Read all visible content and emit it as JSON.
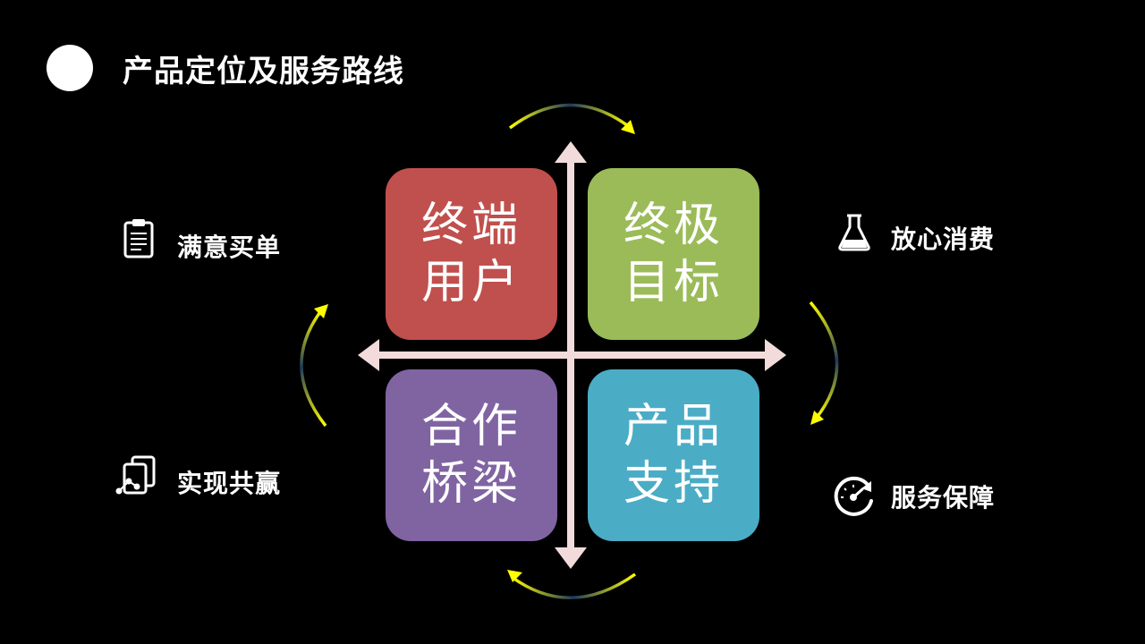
{
  "title": "产品定位及服务路线",
  "quadrants": {
    "top_left": {
      "line1": "终端",
      "line2": "用户",
      "color": "#c0504d"
    },
    "top_right": {
      "line1": "终极",
      "line2": "目标",
      "color": "#9bbb59"
    },
    "bottom_left": {
      "line1": "合作",
      "line2": "桥梁",
      "color": "#8064a2"
    },
    "bottom_right": {
      "line1": "产品",
      "line2": "支持",
      "color": "#4bacc6"
    }
  },
  "side_items": {
    "top_left": {
      "label": "满意买单",
      "icon": "clipboard-icon"
    },
    "bottom_left": {
      "label": "实现共赢",
      "icon": "network-cards-icon"
    },
    "top_right": {
      "label": "放心消费",
      "icon": "flask-icon"
    },
    "bottom_right": {
      "label": "服务保障",
      "icon": "speedometer-icon"
    }
  },
  "colors": {
    "background": "#000000",
    "axis": "#f2dcdb",
    "curved_arrow": "#ffff00"
  }
}
